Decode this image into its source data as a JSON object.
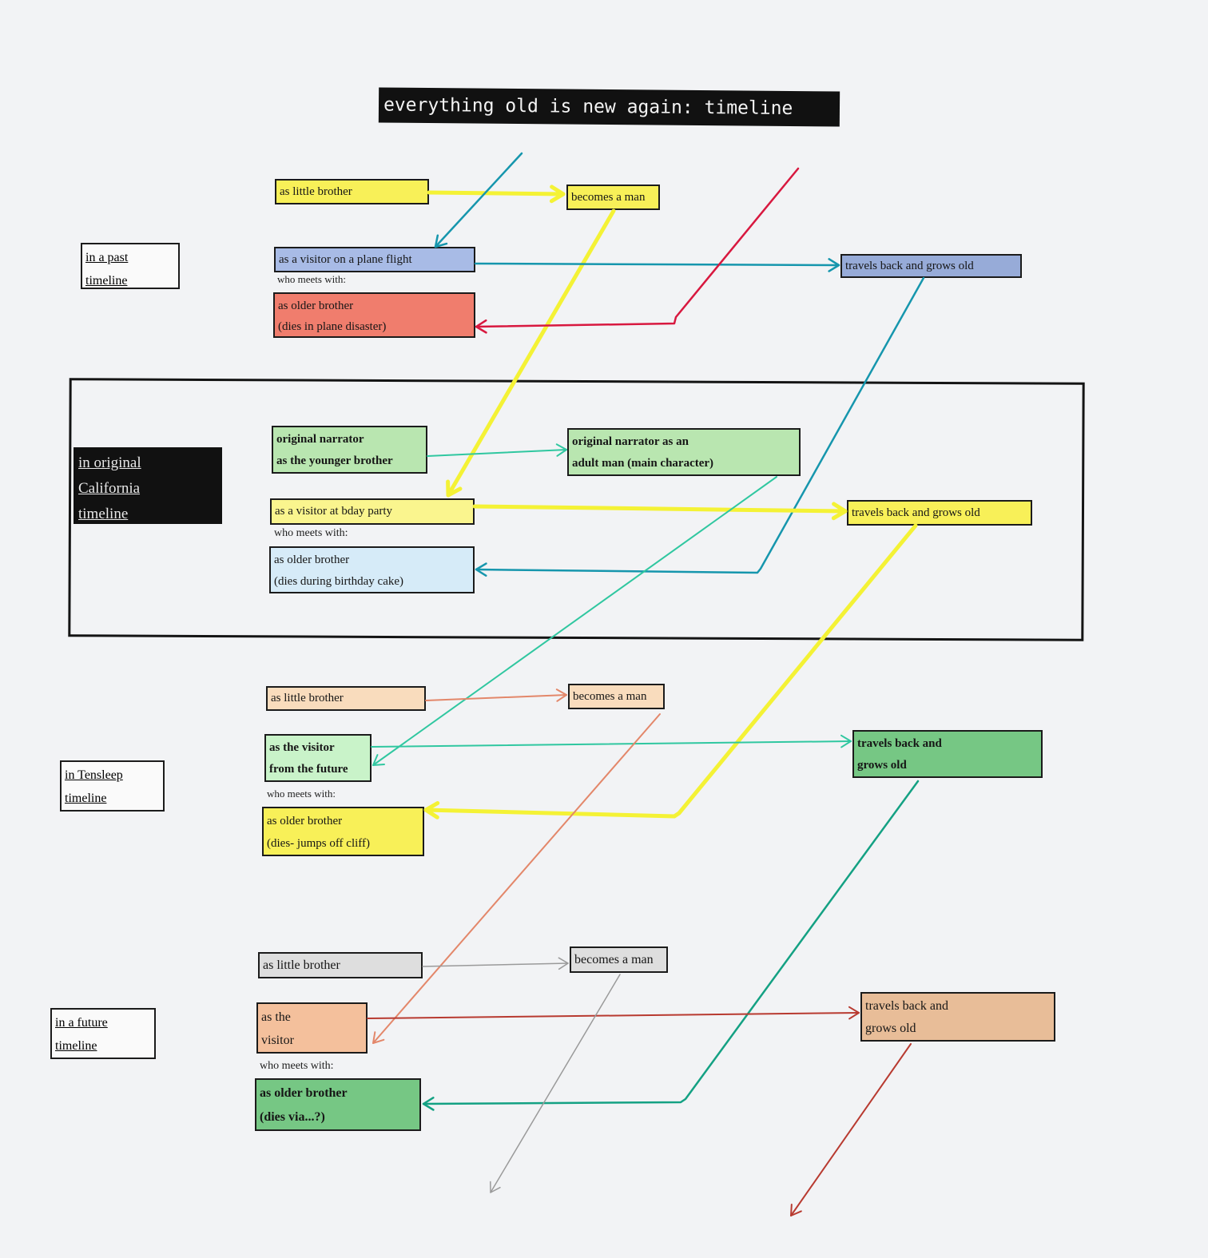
{
  "title": "everything old is new again: timeline",
  "colors": {
    "yellow": "#f8f058",
    "pale_yellow": "#faf58e",
    "blue": "#a8bbe6",
    "slate_blue": "#97abd8",
    "red": "#f07d6d",
    "light_green": "#b9e6b0",
    "pale_blue": "#d6ebf8",
    "peach": "#f9dcbd",
    "pale_green": "#c9f3c9",
    "green": "#76c784",
    "gray": "#dedede",
    "salmon": "#f4c09c",
    "tan": "#e8bd98",
    "arrow_yellow": "#f4f235",
    "arrow_teal": "#1696ad",
    "arrow_red": "#d8183f",
    "arrow_seafoam": "#30c7a0",
    "arrow_green": "#14a183",
    "arrow_orange": "#e3876a",
    "arrow_gray": "#9a9a9a",
    "arrow_brown": "#b83a30"
  },
  "timelines": {
    "past": {
      "label": [
        "in a past",
        "timeline"
      ]
    },
    "california": {
      "label": [
        "in original",
        "California",
        "timeline"
      ]
    },
    "tensleep": {
      "label": [
        "in Tensleep",
        "timeline"
      ]
    },
    "future": {
      "label": [
        "in a future",
        "timeline"
      ]
    }
  },
  "meets_text": "who meets with:",
  "boxes": {
    "past_little": [
      "as little brother"
    ],
    "past_man": [
      "becomes a man"
    ],
    "past_visitor": [
      "as a visitor on a plane flight"
    ],
    "past_travels": [
      "travels back and grows old"
    ],
    "past_older": [
      "as older brother",
      "(dies in plane disaster)"
    ],
    "cal_narrator": [
      "original narrator",
      "as the younger brother"
    ],
    "cal_adult": [
      "original narrator as an",
      "adult man (main character)"
    ],
    "cal_visitor": [
      "as a visitor at bday party"
    ],
    "cal_travels": [
      "travels back and grows old"
    ],
    "cal_older": [
      "as older brother",
      "(dies during birthday cake)"
    ],
    "ten_little": [
      "as little brother"
    ],
    "ten_man": [
      "becomes a man"
    ],
    "ten_visitor": [
      "as the visitor",
      "from the future"
    ],
    "ten_travels": [
      "travels back and",
      "grows old"
    ],
    "ten_older": [
      "as older brother",
      "(dies- jumps off cliff)"
    ],
    "fut_little": [
      "as little brother"
    ],
    "fut_man": [
      "becomes a man"
    ],
    "fut_visitor": [
      "as the",
      "visitor"
    ],
    "fut_travels": [
      "travels back and",
      "grows old"
    ],
    "fut_older": [
      "as older brother",
      "(dies via...?)"
    ]
  }
}
